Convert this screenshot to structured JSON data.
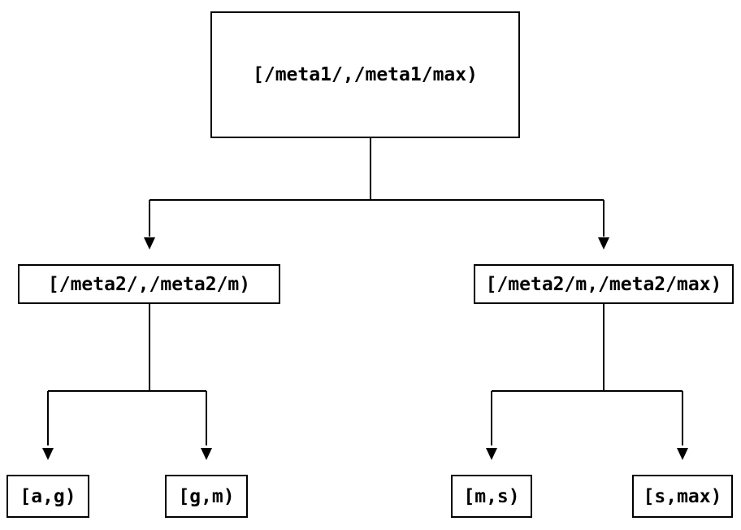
{
  "diagram": {
    "type": "tree",
    "colors": {
      "background": "#ffffff",
      "line": "#000000",
      "box_border": "#000000",
      "text": "#000000"
    },
    "nodes": {
      "root": {
        "label": "[/meta1/,/meta1/max)"
      },
      "left_mid": {
        "label": "[/meta2/,/meta2/m)"
      },
      "right_mid": {
        "label": "[/meta2/m,/meta2/max)"
      },
      "leaf_ag": {
        "label": "[a,g)"
      },
      "leaf_gm": {
        "label": "[g,m)"
      },
      "leaf_ms": {
        "label": "[m,s)"
      },
      "leaf_smax": {
        "label": "[s,max)"
      }
    },
    "edges": [
      {
        "from": "root",
        "to": "left_mid"
      },
      {
        "from": "root",
        "to": "right_mid"
      },
      {
        "from": "left_mid",
        "to": "leaf_ag"
      },
      {
        "from": "left_mid",
        "to": "leaf_gm"
      },
      {
        "from": "right_mid",
        "to": "leaf_ms"
      },
      {
        "from": "right_mid",
        "to": "leaf_smax"
      }
    ]
  }
}
